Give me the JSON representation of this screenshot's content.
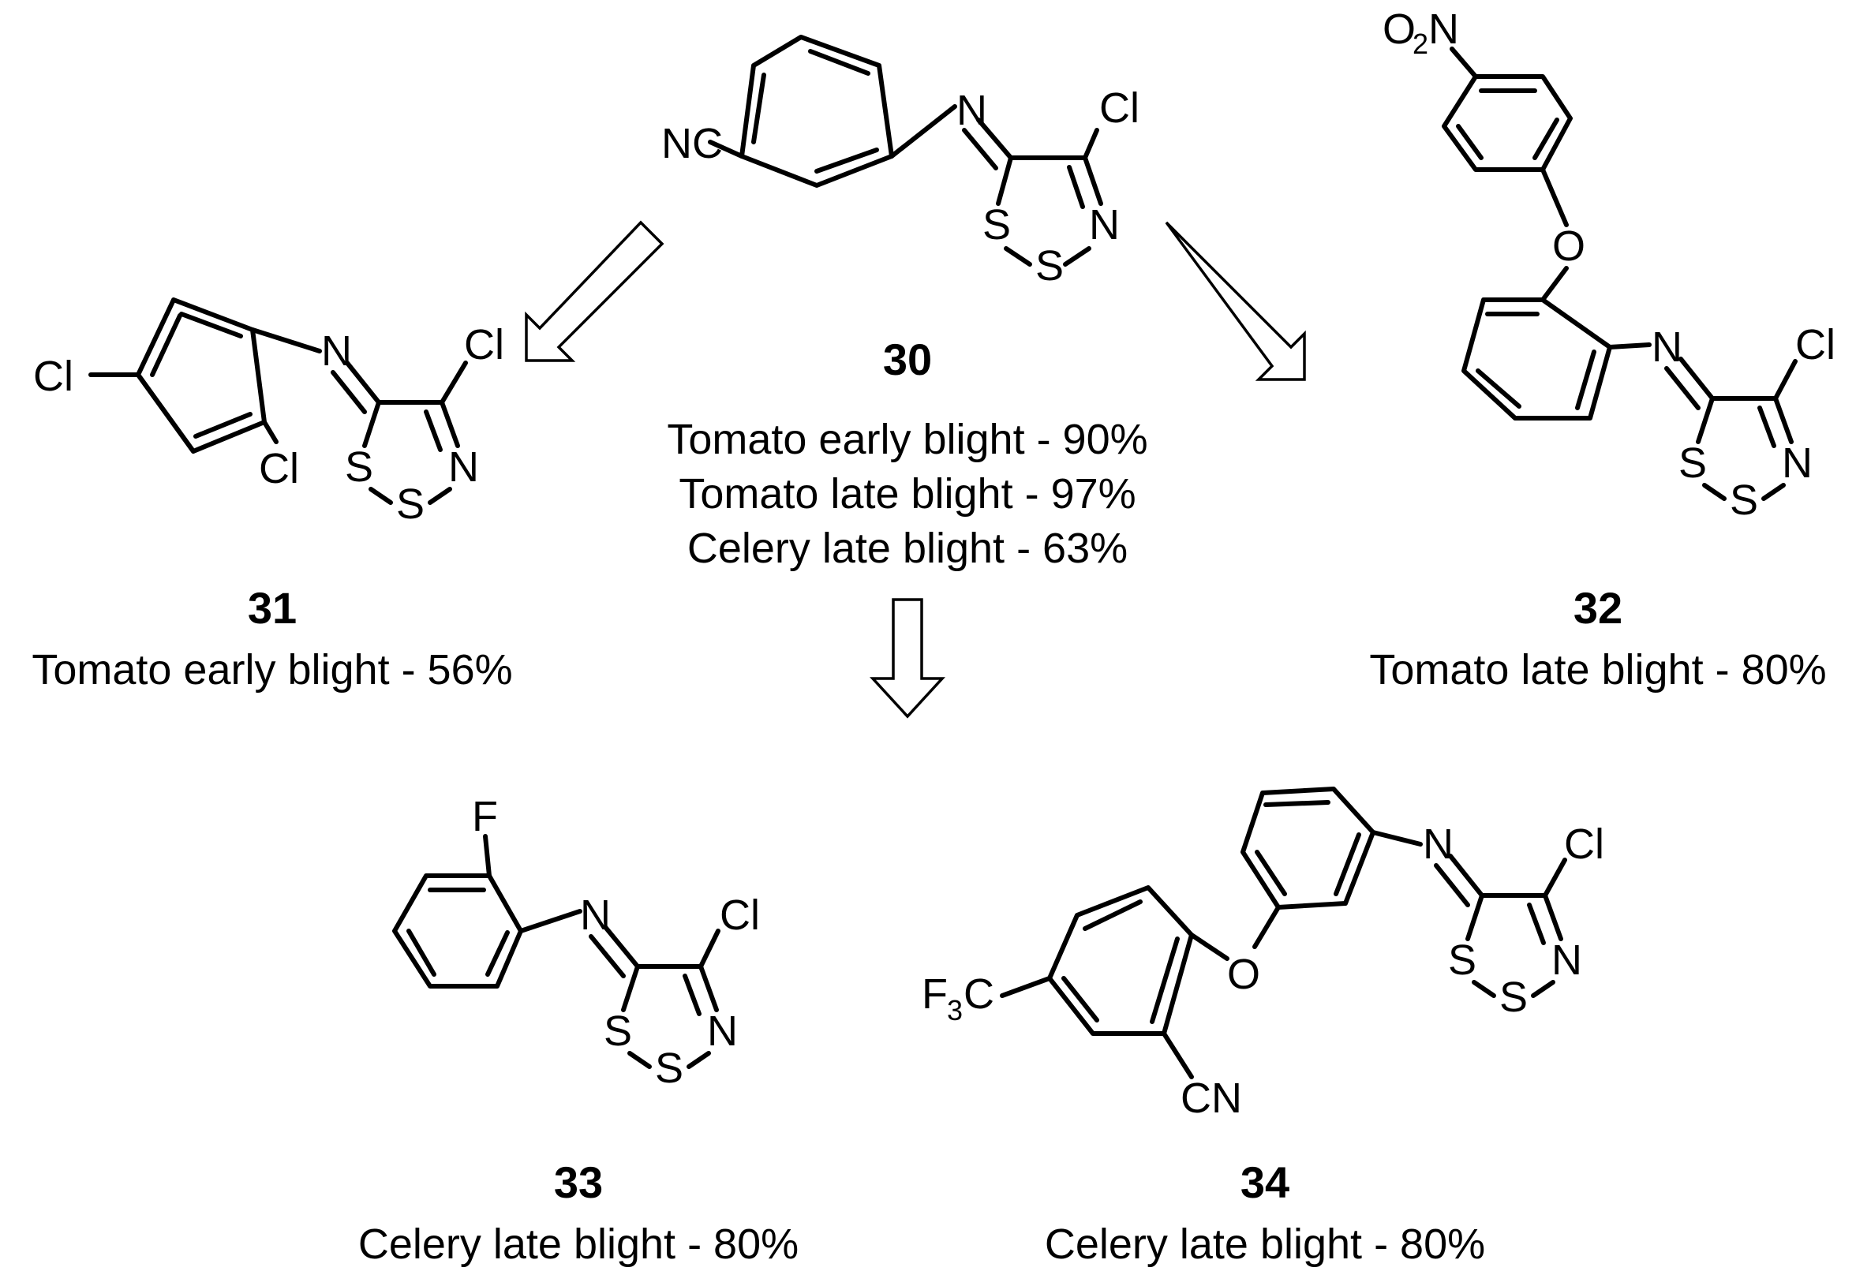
{
  "compounds": [
    {
      "id": "30",
      "number": "30",
      "activities": [
        "Tomato early blight - 90%",
        "Tomato late blight - 97%",
        "Celery late blight - 63%"
      ]
    },
    {
      "id": "31",
      "number": "31",
      "activities": [
        "Tomato early blight - 56%"
      ]
    },
    {
      "id": "32",
      "number": "32",
      "activities": [
        "Tomato late blight - 80%"
      ]
    },
    {
      "id": "33",
      "number": "33",
      "activities": [
        "Celery late blight - 80%"
      ]
    },
    {
      "id": "34",
      "number": "34",
      "activities": [
        "Celery late blight - 80%"
      ]
    }
  ],
  "atom_labels": {
    "nc": "NC",
    "n": "N",
    "cl": "Cl",
    "s": "S",
    "f": "F",
    "o": "O",
    "cn": "CN",
    "o2n_main": "O",
    "o2n_sub": "2",
    "o2n_tail": "N",
    "f3c_head": "F",
    "f3c_sub": "3",
    "f3c_tail": "C"
  },
  "arrows": [
    {
      "id": "to-31",
      "direction": "down-left"
    },
    {
      "id": "to-32",
      "direction": "down-right"
    },
    {
      "id": "to-33-34",
      "direction": "down"
    }
  ]
}
